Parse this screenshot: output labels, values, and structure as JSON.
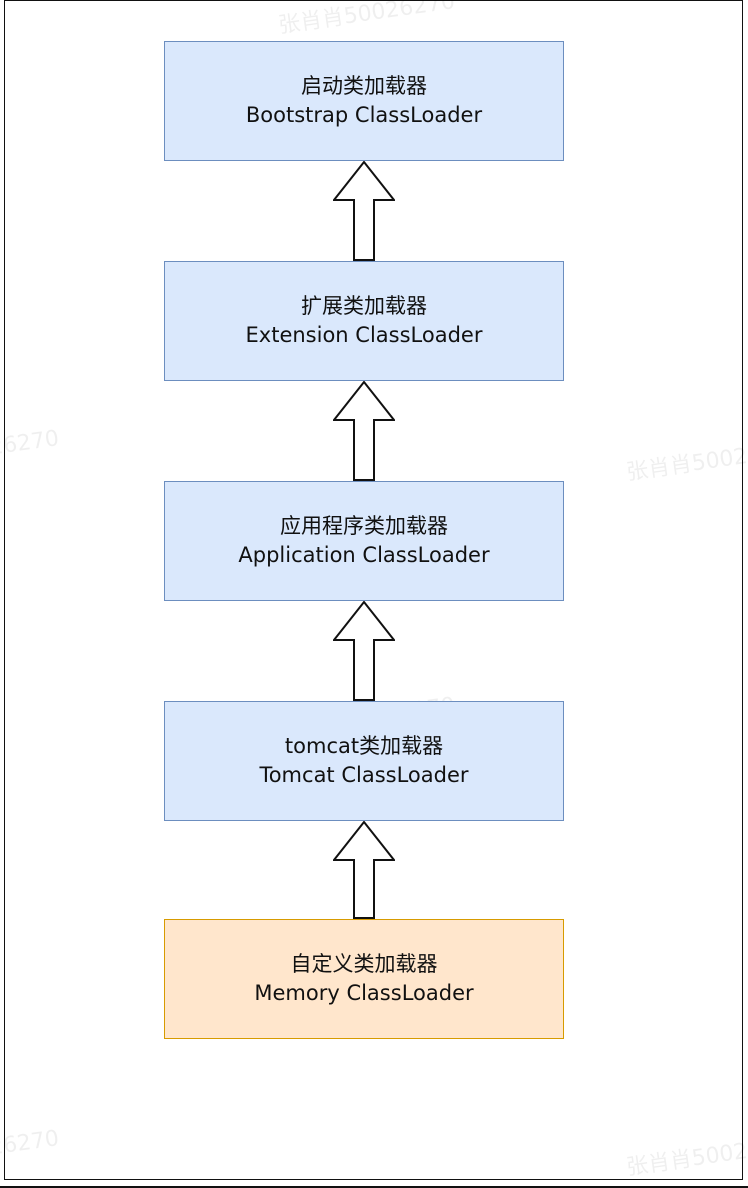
{
  "boxes": [
    {
      "cn": "启动类加载器",
      "en": "Bootstrap ClassLoader"
    },
    {
      "cn": "扩展类加载器",
      "en": "Extension ClassLoader"
    },
    {
      "cn": "应用程序类加载器",
      "en": "Application ClassLoader"
    },
    {
      "cn": "tomcat类加载器",
      "en": "Tomcat ClassLoader"
    },
    {
      "cn": "自定义类加载器",
      "en": "Memory ClassLoader"
    }
  ],
  "watermark": {
    "text": "张肖肖50026270"
  },
  "colors": {
    "box_fill": "#dae8fc",
    "box_stroke": "#6c8ebf",
    "custom_fill": "#ffe6cc",
    "custom_stroke": "#d79b00"
  }
}
